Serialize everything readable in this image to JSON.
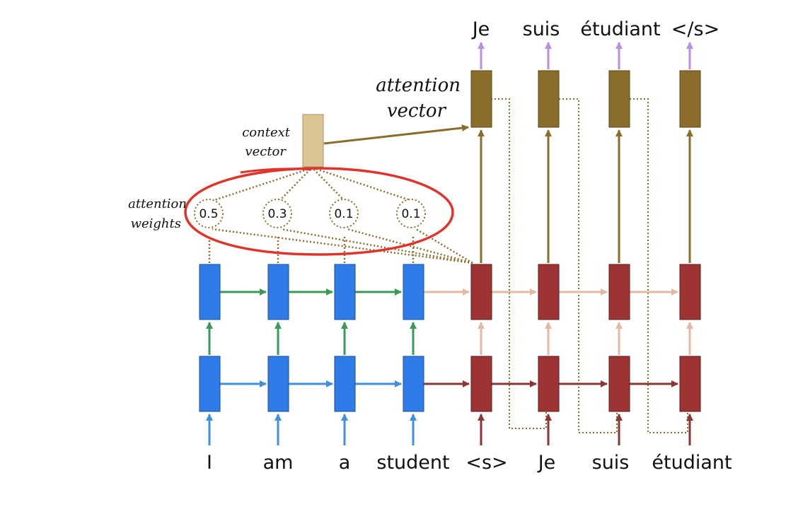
{
  "source_words": [
    "I",
    "am",
    "a",
    "student"
  ],
  "target_input_words": [
    "<s>",
    "Je",
    "suis",
    "étudiant"
  ],
  "output_words": [
    "Je",
    "suis",
    "étudiant",
    "</s>"
  ],
  "attention_weights": [
    "0.5",
    "0.3",
    "0.1",
    "0.1"
  ],
  "labels": {
    "context_line1": "context",
    "context_line2": "vector",
    "attention_vector_line1": "attention",
    "attention_vector_line2": "vector",
    "attention_weights_line1": "attention",
    "attention_weights_line2": "weights"
  },
  "colors": {
    "encoder_cell": "#2f7be8",
    "decoder_cell": "#9e3333",
    "attention_vector_cell": "#8a6d2b",
    "context_cell": "#dcc595",
    "highlight_ellipse": "#e0332a",
    "encoder_recurrent_top": "#3a9a58",
    "encoder_recurrent_bottom": "#3f8fe0",
    "decoder_recurrent_top": "#e3b9a4",
    "decoder_recurrent_bottom": "#8f3434",
    "output_arrow": "#b98fe0",
    "attention_flow": "#8a6d2b"
  }
}
